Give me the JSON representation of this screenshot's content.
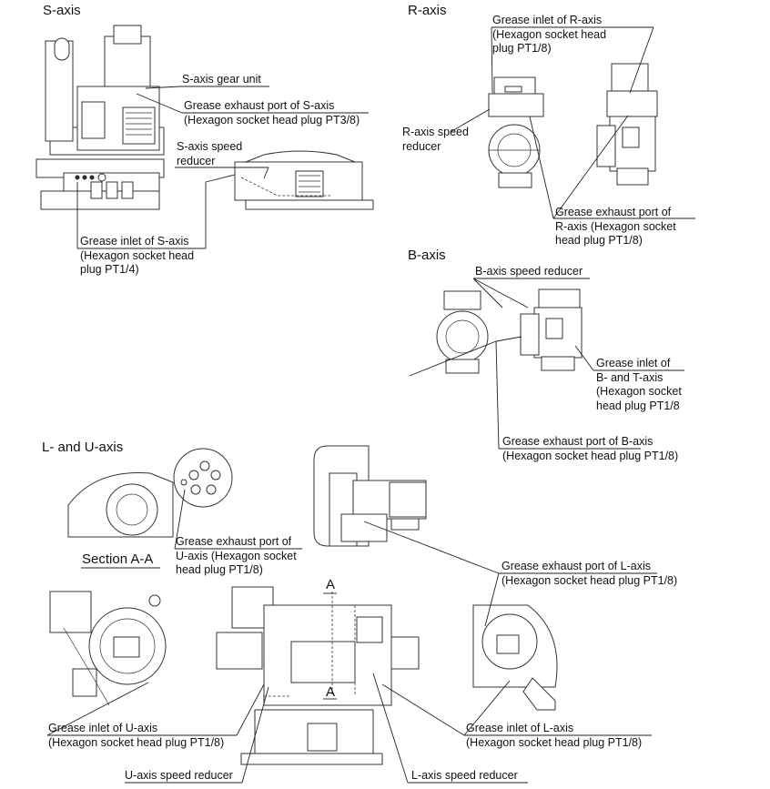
{
  "headings": {
    "s_axis": "S-axis",
    "r_axis": "R-axis",
    "b_axis": "B-axis",
    "lu_axis": "L- and U-axis",
    "section": "Section A-A",
    "section_mark": "A"
  },
  "labels": {
    "s_gear_unit": [
      "S-axis gear unit"
    ],
    "s_exhaust": [
      "Grease exhaust port of S-axis",
      "(Hexagon socket head plug PT3/8)"
    ],
    "s_reducer": [
      "S-axis speed",
      "reducer"
    ],
    "s_inlet": [
      "Grease inlet of S-axis",
      "(Hexagon socket head",
      "plug PT1/4)"
    ],
    "r_inlet": [
      "Grease inlet of R-axis",
      "(Hexagon socket head",
      "plug PT1/8)"
    ],
    "r_reducer": [
      "R-axis speed",
      "reducer"
    ],
    "r_exhaust": [
      "Grease exhaust port of",
      "R-axis (Hexagon socket",
      "head plug PT1/8)"
    ],
    "b_reducer": [
      "B-axis speed reducer"
    ],
    "bt_inlet": [
      "Grease inlet of",
      "B- and T-axis",
      "(Hexagon socket",
      "head plug PT1/8"
    ],
    "b_exhaust": [
      "Grease exhaust port of B-axis",
      "(Hexagon socket head plug PT1/8)"
    ],
    "u_exhaust": [
      "Grease exhaust port of",
      "U-axis (Hexagon socket",
      "head plug PT1/8)"
    ],
    "l_exhaust": [
      "Grease exhaust port of L-axis",
      "(Hexagon socket head plug PT1/8)"
    ],
    "u_inlet": [
      "Grease inlet of U-axis",
      "(Hexagon socket head plug PT1/8)"
    ],
    "l_inlet": [
      "Grease inlet of L-axis",
      "(Hexagon socket head plug PT1/8)"
    ],
    "u_reducer": [
      "U-axis speed reducer"
    ],
    "l_reducer": [
      "L-axis speed reducer"
    ]
  }
}
